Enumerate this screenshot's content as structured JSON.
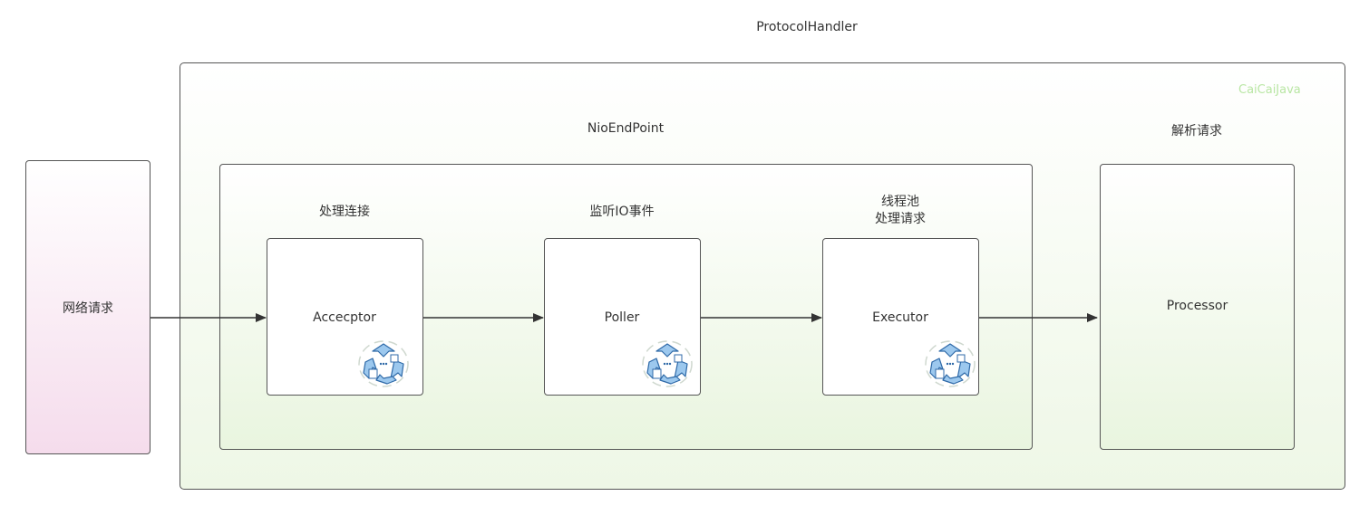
{
  "title": "ProtocolHandler",
  "watermark": "CaiCaiJava",
  "endpoint": {
    "title": "NioEndPoint"
  },
  "network_request": {
    "label": "网络请求"
  },
  "processor": {
    "caption": "解析请求",
    "label": "Processor"
  },
  "components": [
    {
      "caption": "处理连接",
      "label": "Accecptor",
      "icon": "recycle-icon"
    },
    {
      "caption": "监听IO事件",
      "label": "Poller",
      "icon": "recycle-icon"
    },
    {
      "caption_line1": "线程池",
      "caption_line2": "处理请求",
      "label": "Executor",
      "icon": "recycle-icon"
    }
  ],
  "colors": {
    "border": "#555555",
    "green_fill": "#e9f5df",
    "pink_fill": "#f5dcec",
    "icon_blue": "#7fb5e6",
    "watermark": "#b9e6a4"
  }
}
